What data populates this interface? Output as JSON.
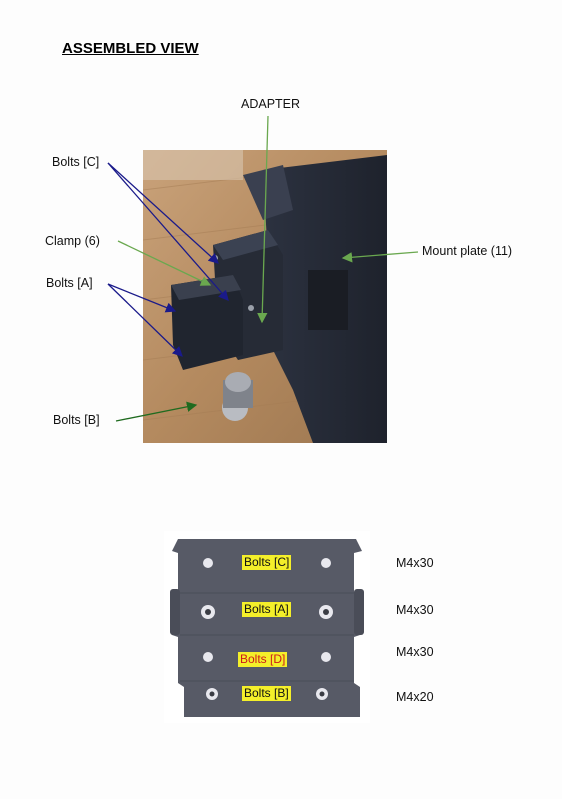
{
  "title": "ASSEMBLED VIEW",
  "photo_labels": {
    "adapter": "ADAPTER",
    "bolts_c": "Bolts [C]",
    "clamp": "Clamp (6)",
    "bolts_a": "Bolts [A]",
    "bolts_b": "Bolts [B]",
    "mount_plate": "Mount plate (11)"
  },
  "plate_rows": [
    {
      "tag": "Bolts [C]",
      "spec": "M4x30",
      "tag_color": "#f4ef2a",
      "text_color": "#111111"
    },
    {
      "tag": "Bolts [A]",
      "spec": "M4x30",
      "tag_color": "#f4ef2a",
      "text_color": "#111111"
    },
    {
      "tag": "Bolts [D]",
      "spec": "M4x30",
      "tag_color": "#f4ef2a",
      "text_color": "#cc1a1a"
    },
    {
      "tag": "Bolts [B]",
      "spec": "M4x20",
      "tag_color": "#f4ef2a",
      "text_color": "#111111"
    }
  ],
  "colors": {
    "arrow_blue": "#1a1a8a",
    "arrow_green": "#6aa84f",
    "arrow_dark_green": "#1f6b1f",
    "plate": "#575a66"
  }
}
